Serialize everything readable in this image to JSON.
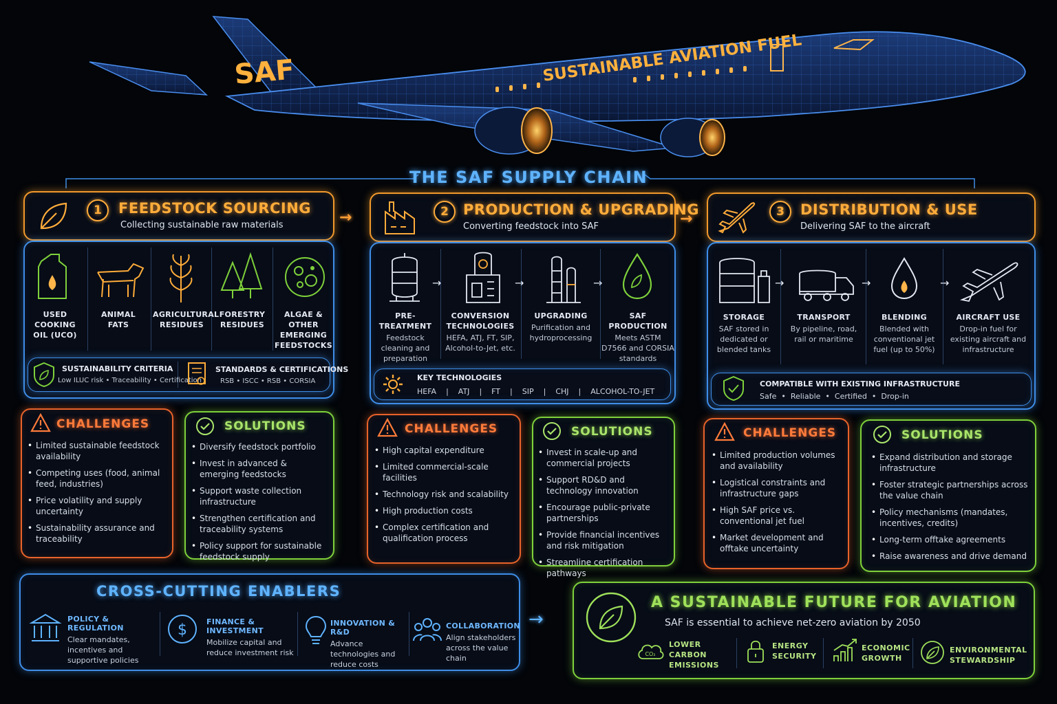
{
  "plane": {
    "tail_text": "SAF",
    "body_text": "SUSTAINABLE AVIATION FUEL"
  },
  "header": {
    "title": "THE SAF SUPPLY CHAIN"
  },
  "stages": [
    {
      "number": "1",
      "title": "FEEDSTOCK SOURCING",
      "subtitle": "Collecting sustainable raw materials",
      "items": [
        {
          "label": "USED COOKING OIL (UCO)"
        },
        {
          "label": "ANIMAL FATS"
        },
        {
          "label": "AGRICULTURAL RESIDUES"
        },
        {
          "label": "FORESTRY RESIDUES"
        },
        {
          "label": "ALGAE & OTHER EMERGING FEEDSTOCKS"
        }
      ],
      "criteria": [
        {
          "title": "SUSTAINABILITY CRITERIA",
          "detail": "Low ILUC risk • Traceability • Certification"
        },
        {
          "title": "STANDARDS & CERTIFICATIONS",
          "detail": "RSB • ISCC • RSB • CORSIA"
        }
      ],
      "challenges": {
        "title": "CHALLENGES",
        "items": [
          "Limited sustainable feedstock availability",
          "Competing uses (food, animal feed, industries)",
          "Price volatility and supply uncertainty",
          "Sustainability assurance and traceability"
        ]
      },
      "solutions": {
        "title": "SOLUTIONS",
        "items": [
          "Diversify feedstock portfolio",
          "Invest in advanced & emerging feedstocks",
          "Support waste collection infrastructure",
          "Strengthen certification and traceability systems",
          "Policy support for sustainable feedstock supply"
        ]
      }
    },
    {
      "number": "2",
      "title": "PRODUCTION & UPGRADING",
      "subtitle": "Converting feedstock into SAF",
      "items": [
        {
          "label": "PRE-TREATMENT",
          "desc": "Feedstock cleaning and preparation"
        },
        {
          "label": "CONVERSION TECHNOLOGIES",
          "desc": "HEFA, ATJ, FT, SIP, Alcohol-to-Jet, etc."
        },
        {
          "label": "UPGRADING",
          "desc": "Purification and hydroprocessing"
        },
        {
          "label": "SAF PRODUCTION",
          "desc": "Meets ASTM D7566 and CORSIA standards"
        }
      ],
      "key_tech": {
        "title": "KEY TECHNOLOGIES",
        "items": [
          "HEFA",
          "ATJ",
          "FT",
          "SIP",
          "CHJ",
          "ALCOHOL-TO-JET"
        ]
      },
      "challenges": {
        "title": "CHALLENGES",
        "items": [
          "High capital expenditure",
          "Limited commercial-scale facilities",
          "Technology risk and scalability",
          "High production costs",
          "Complex certification and qualification process"
        ]
      },
      "solutions": {
        "title": "SOLUTIONS",
        "items": [
          "Invest in scale-up and commercial projects",
          "Support RD&D and technology innovation",
          "Encourage public-private partnerships",
          "Provide financial incentives and risk mitigation",
          "Streamline certification pathways"
        ]
      }
    },
    {
      "number": "3",
      "title": "DISTRIBUTION & USE",
      "subtitle": "Delivering SAF to the aircraft",
      "items": [
        {
          "label": "STORAGE",
          "desc": "SAF stored in dedicated or blended tanks"
        },
        {
          "label": "TRANSPORT",
          "desc": "By pipeline, road, rail or maritime"
        },
        {
          "label": "BLENDING",
          "desc": "Blended with conventional jet fuel (up to 50%)"
        },
        {
          "label": "AIRCRAFT USE",
          "desc": "Drop-in fuel for existing aircraft and infrastructure"
        }
      ],
      "compat": {
        "title": "COMPATIBLE WITH EXISTING INFRASTRUCTURE",
        "detail": "Safe  •  Reliable  •  Certified  •  Drop-in"
      },
      "challenges": {
        "title": "CHALLENGES",
        "items": [
          "Limited production volumes and availability",
          "Logistical constraints and infrastructure gaps",
          "High SAF price vs. conventional jet fuel",
          "Market development and offtake uncertainty"
        ]
      },
      "solutions": {
        "title": "SOLUTIONS",
        "items": [
          "Expand distribution and storage infrastructure",
          "Foster strategic partnerships across the value chain",
          "Policy mechanisms (mandates, incentives, credits)",
          "Long-term offtake agreements",
          "Raise awareness and drive demand"
        ]
      }
    }
  ],
  "enablers": {
    "title": "CROSS-CUTTING ENABLERS",
    "items": [
      {
        "title": "POLICY & REGULATION",
        "desc": "Clear mandates, incentives and supportive policies"
      },
      {
        "title": "FINANCE & INVESTMENT",
        "desc": "Mobilize capital and reduce investment risk"
      },
      {
        "title": "INNOVATION & R&D",
        "desc": "Advance technologies and reduce costs"
      },
      {
        "title": "COLLABORATION",
        "desc": "Align stakeholders across the value chain"
      }
    ]
  },
  "future": {
    "title": "A SUSTAINABLE FUTURE FOR AVIATION",
    "subtitle": "SAF is essential to achieve net-zero aviation by 2050",
    "co2": "CO₂",
    "benefits": [
      "LOWER CARBON EMISSIONS",
      "ENERGY SECURITY",
      "ECONOMIC GROWTH",
      "ENVIRONMENTAL STEWARDSHIP"
    ]
  },
  "colors": {
    "orange": "#f39a2b",
    "blue": "#3f8ee8",
    "green": "#7fd13b",
    "red": "#e8632a"
  }
}
